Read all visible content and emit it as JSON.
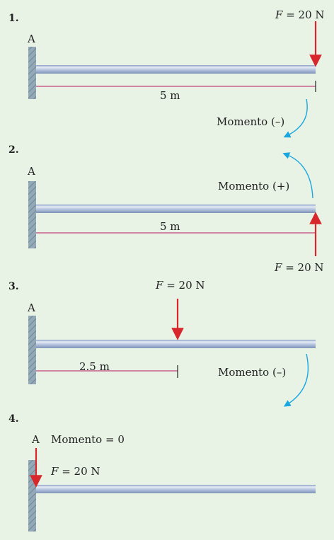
{
  "panels": [
    {
      "number": "1.",
      "wall_label": "A",
      "force_label": "F = 20 N",
      "force_label_var": "F",
      "force_label_rest": " = 20 N",
      "distance_label": "5 m",
      "moment_label": "Momento (–)"
    },
    {
      "number": "2.",
      "wall_label": "A",
      "force_label_var": "F",
      "force_label_rest": " = 20 N",
      "distance_label": "5 m",
      "moment_label": "Momento (+)"
    },
    {
      "number": "3.",
      "wall_label": "A",
      "force_label_var": "F",
      "force_label_rest": " = 20 N",
      "distance_label": "2.5 m",
      "moment_label": "Momento (–)"
    },
    {
      "number": "4.",
      "wall_label": "A",
      "force_label_var": "F",
      "force_label_rest": " = 20 N",
      "moment_label": "Momento = 0"
    }
  ],
  "colors": {
    "background": "#e8f3e6",
    "beam": "#b9c8e0",
    "wall": "#8fa5b5",
    "force_arrow": "#d7262c",
    "dimension_line": "#c2417a",
    "moment_arrow": "#1aa7e0"
  }
}
